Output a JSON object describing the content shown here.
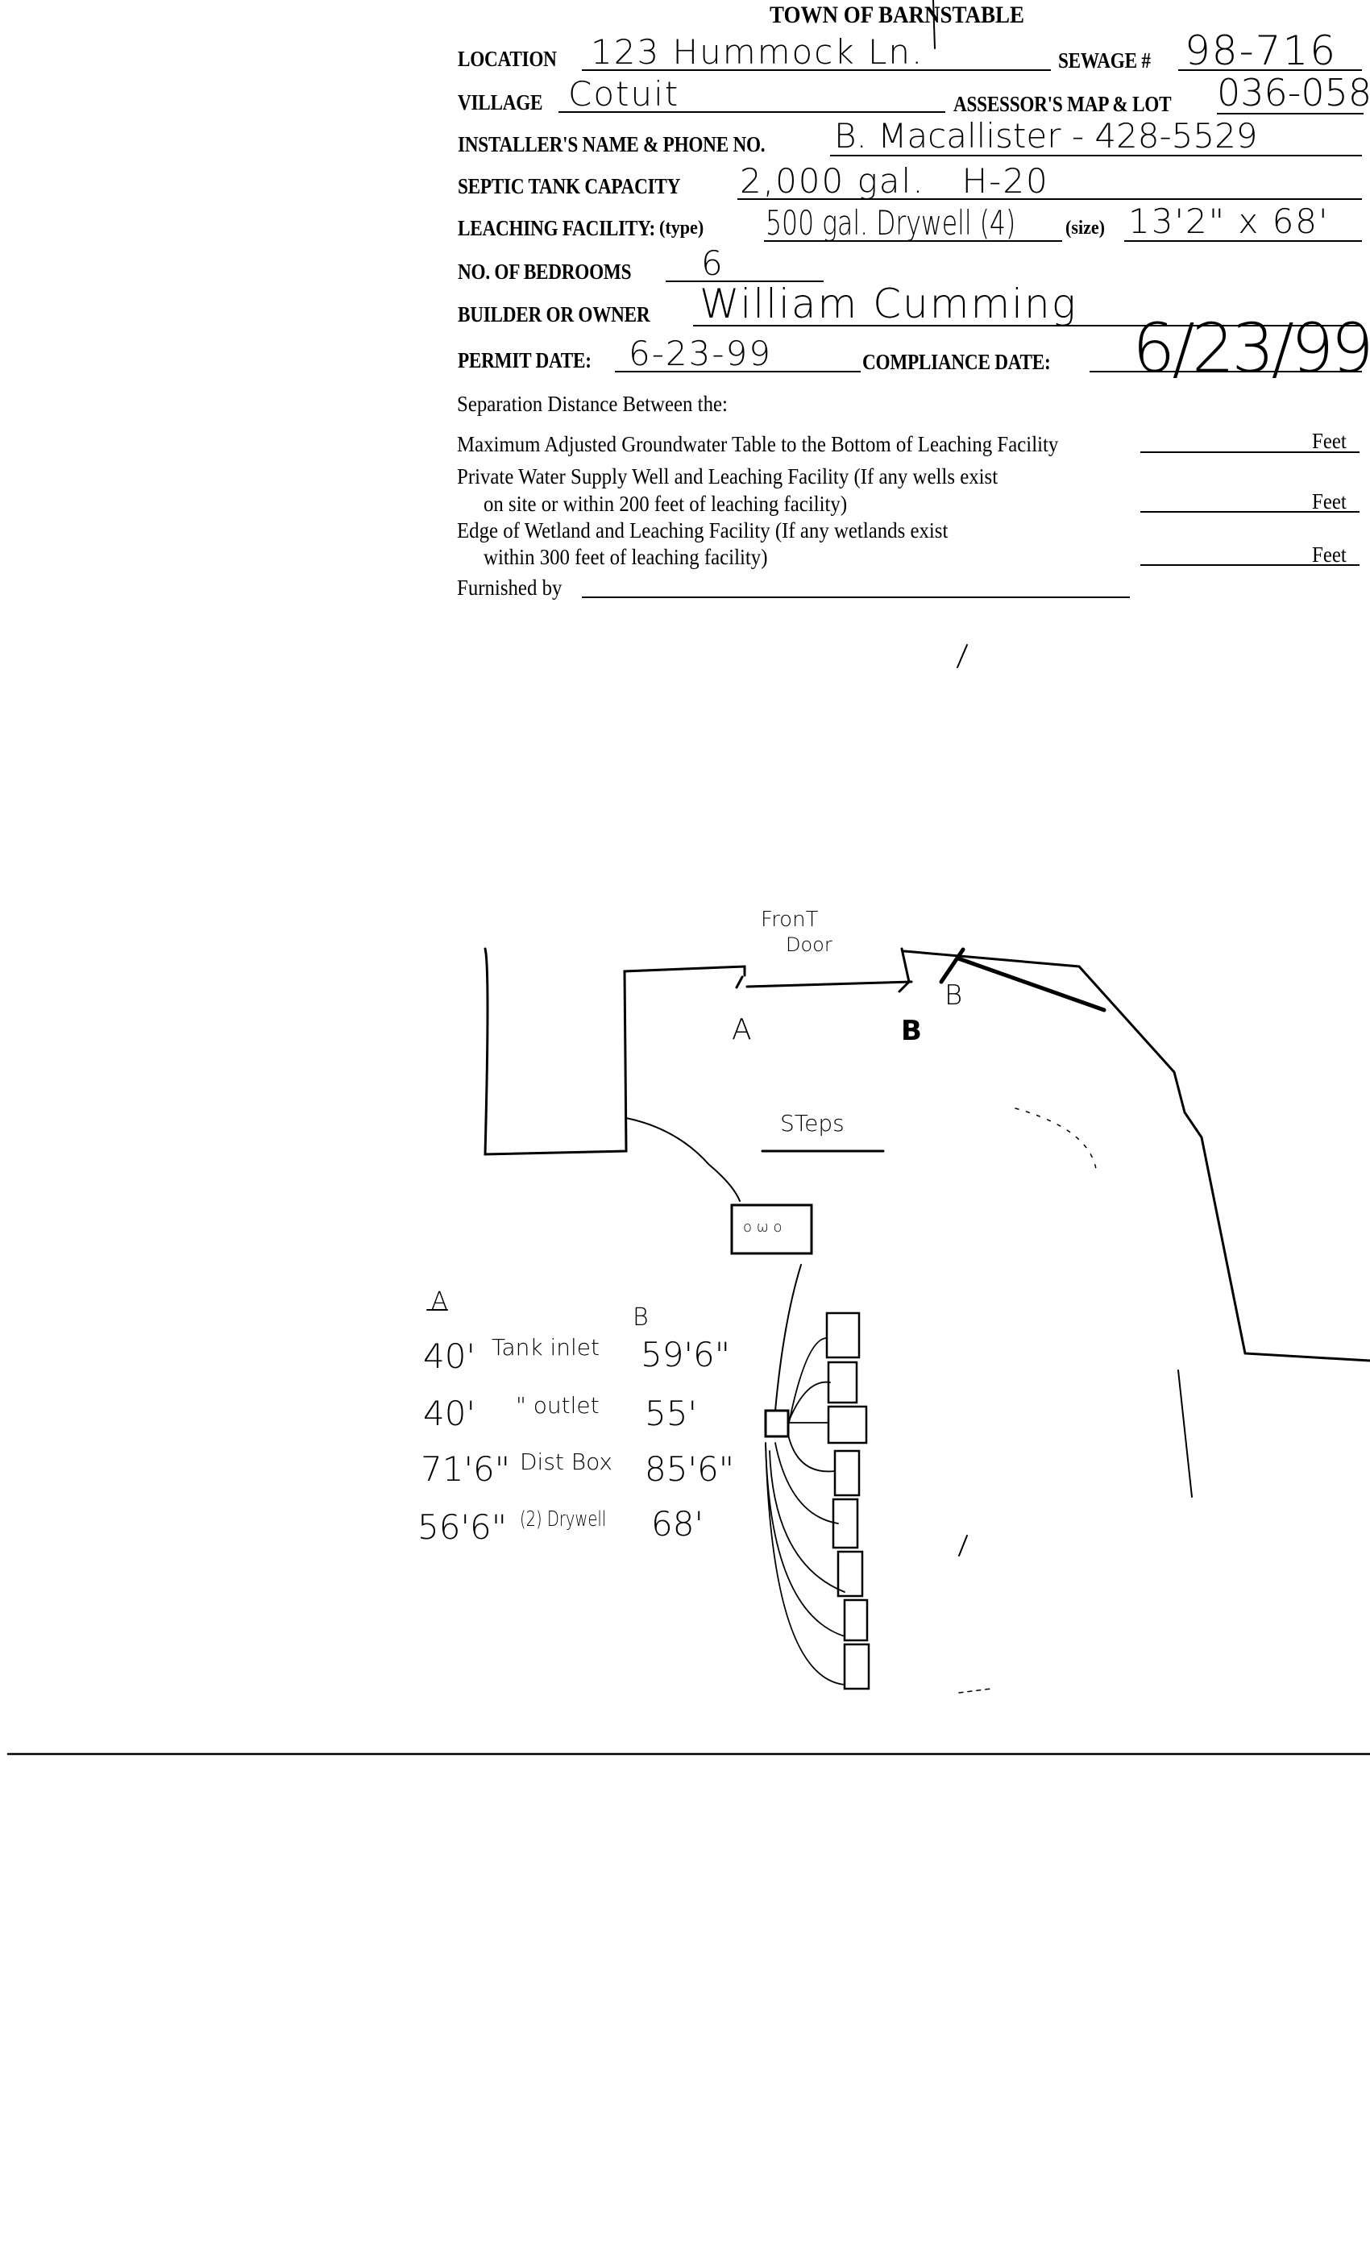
{
  "form": {
    "title": "TOWN OF BARNSTABLE",
    "fields": {
      "location": {
        "label": "LOCATION",
        "value": "123 Hummock Ln."
      },
      "sewage": {
        "label": "SEWAGE #",
        "value": "98-716"
      },
      "village": {
        "label": "VILLAGE",
        "value": "Cotuit"
      },
      "map_lot": {
        "label": "ASSESSOR'S MAP & LOT",
        "value": "036-058"
      },
      "installer": {
        "label": "INSTALLER'S NAME & PHONE NO.",
        "value": "B. Macallister - 428-5529"
      },
      "septic": {
        "label": "SEPTIC TANK CAPACITY",
        "value": "2,000 gal.   H-20"
      },
      "leaching": {
        "label": "LEACHING FACILITY:",
        "type_label": "(type)",
        "type_value": "500 gal. Drywell (4)",
        "size_label": "(size)",
        "size_value": "13'2\" x 68'"
      },
      "bedrooms": {
        "label": "NO. OF BEDROOMS",
        "value": "6"
      },
      "owner": {
        "label": "BUILDER OR OWNER",
        "value": "William Cumming"
      },
      "permit_date": {
        "label": "PERMIT DATE:",
        "value": "6-23-99"
      },
      "compliance_date": {
        "label": "COMPLIANCE DATE:",
        "value": "6/23/99"
      }
    },
    "separation": {
      "heading": "Separation Distance Between the:",
      "rows": [
        {
          "line1": "Maximum Adjusted Groundwater Table to the Bottom of Leaching Facility",
          "line2": "",
          "unit": "Feet"
        },
        {
          "line1": "Private Water Supply Well and Leaching Facility  (If any wells exist",
          "line2": "on site or within 200 feet of leaching facility)",
          "unit": "Feet"
        },
        {
          "line1": "Edge of Wetland and Leaching Facility (If any wetlands exist",
          "line2": "within 300 feet of leaching facility)",
          "unit": "Feet"
        }
      ],
      "furnished_label": "Furnished by"
    }
  },
  "sketch": {
    "front_door_1": "FronT",
    "front_door_2": "Door",
    "point_a": "A",
    "point_b": "B",
    "point_b2": "B",
    "steps": "STeps",
    "tank_mark": "o ω o",
    "table_head_a": "A",
    "table_head_b": "B",
    "rows": [
      {
        "a": "40'",
        "item": "Tank inlet",
        "b": "59'6\""
      },
      {
        "a": "40'",
        "item": "\" outlet",
        "b": "55'"
      },
      {
        "a": "71'6\"",
        "item": "Dist Box",
        "b": "85'6\""
      },
      {
        "a": "56'6\"",
        "item": "(2) Drywell",
        "b": "68'"
      }
    ]
  }
}
